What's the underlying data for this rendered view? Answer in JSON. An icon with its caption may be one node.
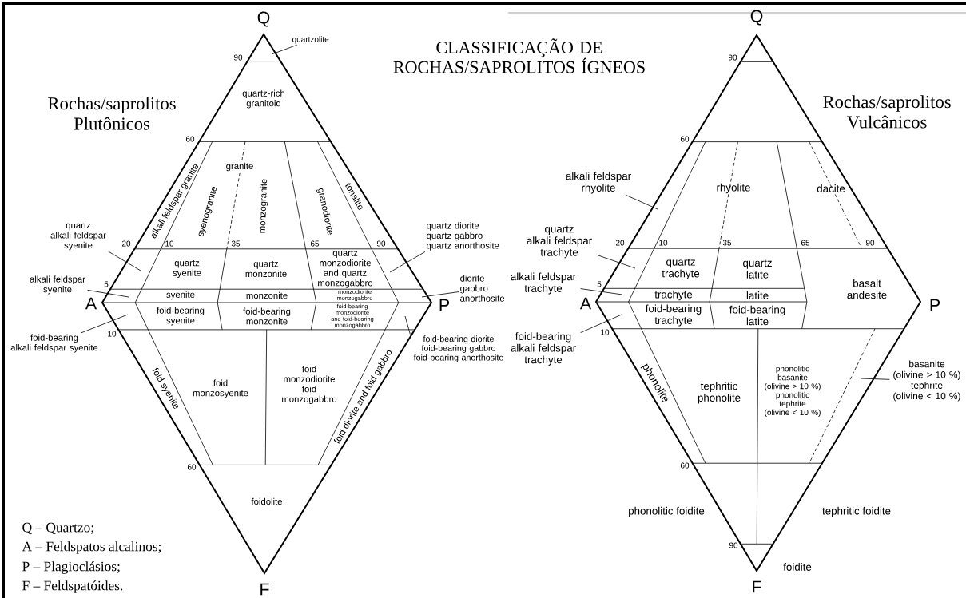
{
  "diagram": {
    "title": "CLASSIFICAÇÃO DE ROCHAS/SAPROLITOS ÍGNEOS",
    "nodes": [
      {
        "text": [
          "quartzolite"
        ]
      },
      {
        "text": [
          "quartz alkali feldspar syenite"
        ]
      },
      {
        "text": [
          "alkali feldspar syenite"
        ]
      },
      {
        "text": [
          "foid-bearing alkali feldspar syenite"
        ]
      },
      {
        "text": [
          "quartz diorite quartz gabbro quartz anorthosite"
        ]
      },
      {
        "text": [
          "diorite gabbro anorthosite"
        ]
      },
      {
        "text": [
          "foid-bearing diorite foid-bearing gabbro foid-bearing anorthosite"
        ]
      },
      {
        "text": [
          "alkali feldspar rhyolite"
        ]
      },
      {
        "text": [
          "quartz alkali feldspar trachyte"
        ]
      },
      {
        "text": [
          "alkali feldspar trachyte"
        ]
      },
      {
        "text": [
          "foid-bearing alkali feldspar trachyte"
        ]
      },
      {
        "text": [
          "basanite (olivine > 10 %) tephrite (olivine < 10 %)"
        ]
      }
    ],
    "edges": [
      {
        "from": 0,
        "to": null,
        "arrow": "none"
      },
      {
        "from": 1,
        "to": null,
        "arrow": "none"
      },
      {
        "from": 2,
        "to": null,
        "arrow": "none"
      },
      {
        "from": 3,
        "to": null,
        "arrow": "none"
      },
      {
        "from": 4,
        "to": null,
        "arrow": "none"
      },
      {
        "from": 5,
        "to": null,
        "arrow": "none"
      },
      {
        "from": 6,
        "to": null,
        "arrow": "none"
      },
      {
        "from": 7,
        "to": null,
        "arrow": "none"
      },
      {
        "from": 8,
        "to": null,
        "arrow": "none"
      },
      {
        "from": 9,
        "to": null,
        "arrow": "none"
      },
      {
        "from": 10,
        "to": null,
        "arrow": "none"
      },
      {
        "from": 11,
        "to": null,
        "arrow": "none"
      }
    ],
    "labels": [
      "Q",
      "Q",
      "Rochas/saprolitos Plutônicos",
      "Rochas/saprolitos Vulcânicos",
      "90",
      "quartz-rich granitoid",
      "60",
      "alkali feldspar granite",
      "syenogranite",
      "granite",
      "monzogranite",
      "granodiorite",
      "tonalite",
      "20",
      "10",
      "35",
      "65",
      "90",
      "quartz syenite",
      "quartz monzonite",
      "quartz monzodiorite and quartz monzogabbro",
      "5",
      "syenite",
      "monzonite",
      "monzodiorite monzogabbro",
      "foid-bearing syenite",
      "foid-bearing monzonite",
      "foid-bearing monzodiorite and foid-bearing monzogabbro",
      "A",
      "P",
      "10",
      "foid syenite",
      "foid monzosyenite",
      "foid monzodiorite foid monzogabbro",
      "foid diorite and foid gabbro",
      "60",
      "foidolite",
      "F",
      "90",
      "60",
      "rhyolite",
      "dacite",
      "20",
      "10",
      "35",
      "65",
      "90",
      "quartz trachyte",
      "quartz latite",
      "5",
      "trachyte",
      "latite",
      "basalt andesite",
      "A",
      "P",
      "foid-bearing trachyte",
      "foid-bearing latite",
      "10",
      "phonolite",
      "tephritic phonolite",
      "phonolitic basanite (olivine > 10 %) phonolitic tephrite (olivine < 10 %)",
      "60",
      "phonolitic foidite",
      "tephritic foidite",
      "90",
      "foidite",
      "F",
      "Q – Quartzo;",
      "A – Feldspatos alcalinos;",
      "P – Plagioclásios;",
      "F – Feldspatóides."
    ]
  }
}
